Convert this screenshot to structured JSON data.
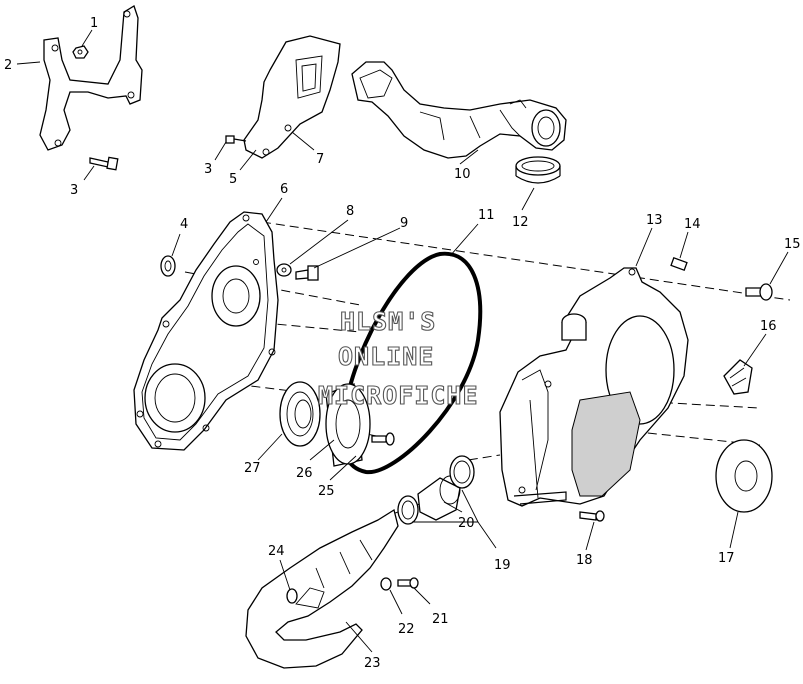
{
  "diagram": {
    "watermark": {
      "line1": "HLSM'S",
      "line2": "ONLINE",
      "line3": "MICROFICHE"
    },
    "callouts": [
      {
        "id": "c1",
        "label": "1"
      },
      {
        "id": "c2",
        "label": "2"
      },
      {
        "id": "c3a",
        "label": "3"
      },
      {
        "id": "c3b",
        "label": "3"
      },
      {
        "id": "c4",
        "label": "4"
      },
      {
        "id": "c5",
        "label": "5"
      },
      {
        "id": "c6",
        "label": "6"
      },
      {
        "id": "c7",
        "label": "7"
      },
      {
        "id": "c8",
        "label": "8"
      },
      {
        "id": "c9",
        "label": "9"
      },
      {
        "id": "c10",
        "label": "10"
      },
      {
        "id": "c11",
        "label": "11"
      },
      {
        "id": "c12",
        "label": "12"
      },
      {
        "id": "c13",
        "label": "13"
      },
      {
        "id": "c14",
        "label": "14"
      },
      {
        "id": "c15",
        "label": "15"
      },
      {
        "id": "c16",
        "label": "16"
      },
      {
        "id": "c17",
        "label": "17"
      },
      {
        "id": "c18",
        "label": "18"
      },
      {
        "id": "c19",
        "label": "19"
      },
      {
        "id": "c20",
        "label": "20"
      },
      {
        "id": "c21",
        "label": "21"
      },
      {
        "id": "c22",
        "label": "22"
      },
      {
        "id": "c23",
        "label": "23"
      },
      {
        "id": "c24",
        "label": "24"
      },
      {
        "id": "c25",
        "label": "25"
      },
      {
        "id": "c26",
        "label": "26"
      },
      {
        "id": "c27",
        "label": "27"
      }
    ]
  }
}
